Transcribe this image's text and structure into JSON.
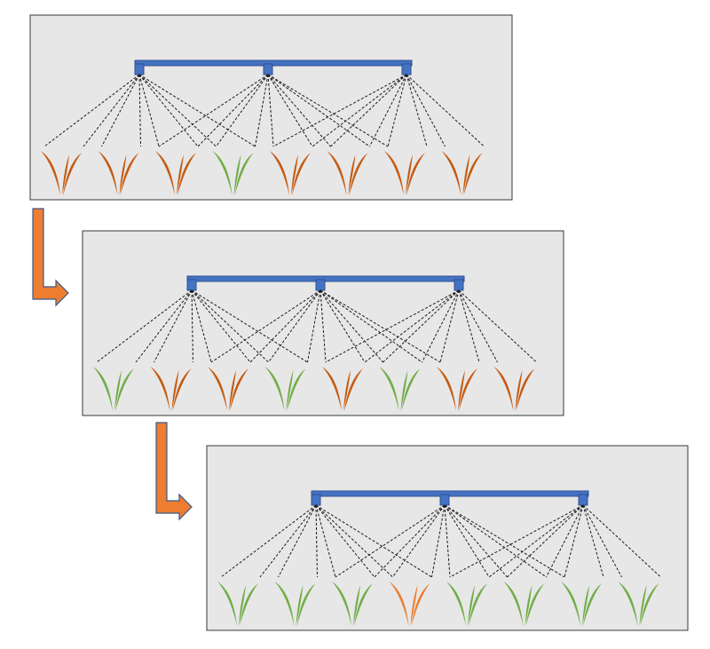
{
  "colors": {
    "background": "#ffffff",
    "panel_fill": "#e7e7e7",
    "panel_border": "#3a3a3a",
    "boom": "#4472c4",
    "boom_outline": "#2f528f",
    "plant_orange": "#c55a11",
    "plant_orange_light": "#ed7d31",
    "plant_green": "#70ad47",
    "arrow_fill": "#ed7d31",
    "arrow_outline": "#3a5a8c",
    "spray_line": "#1a1a1a"
  },
  "icons": {
    "plant": "plant-icon",
    "nozzle": "nozzle-icon",
    "arrow": "bent-arrow-icon"
  },
  "panels": [
    {
      "plants": [
        "orange",
        "orange",
        "orange",
        "green",
        "orange",
        "orange",
        "orange",
        "orange"
      ]
    },
    {
      "plants": [
        "green",
        "orange",
        "orange",
        "green",
        "orange",
        "green",
        "orange",
        "orange"
      ]
    },
    {
      "plants": [
        "green",
        "green",
        "green",
        "orange-light",
        "green",
        "green",
        "green",
        "green"
      ]
    }
  ]
}
